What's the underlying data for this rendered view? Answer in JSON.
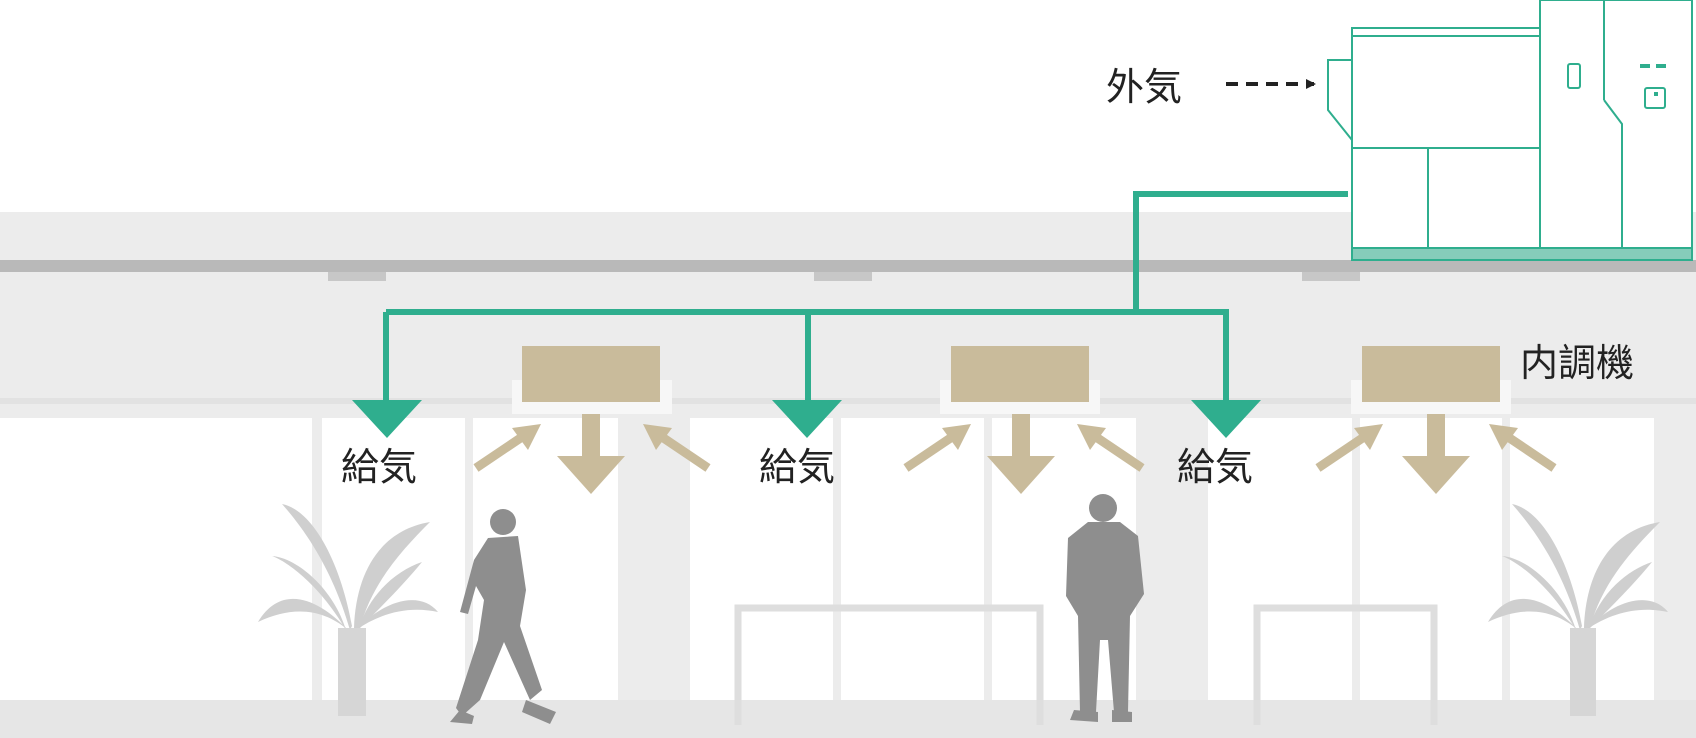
{
  "labels": {
    "outside_air": "外気",
    "indoor_unit": "内調機",
    "supply_1": "給気",
    "supply_2": "給気",
    "supply_3": "給気"
  },
  "colors": {
    "duct": "#2fae8e",
    "unit_fill": "#c9bb9b",
    "airflow_arrow": "#c9bb9b",
    "silhouette": "#8e8e8e",
    "plant": "#cfcfcf",
    "wall": "#ececec",
    "slab": "#b8b8b8",
    "text": "#222222"
  },
  "icons": {
    "outdoor_unit": "outdoor-air-handler-icon",
    "person_walking": "person-walking-icon",
    "person_standing": "person-standing-icon",
    "plant": "potted-plant-icon"
  }
}
